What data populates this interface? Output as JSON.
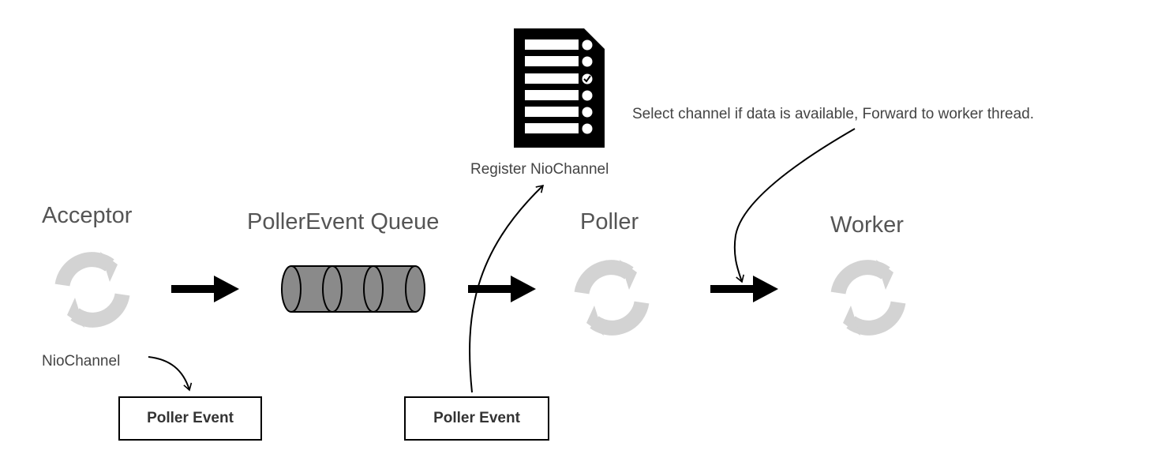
{
  "colors": {
    "cycle_icon": "#d3d3d3",
    "arrow": "#000000",
    "queue_fill": "#8a8a8a",
    "text": "#555555"
  },
  "components": {
    "acceptor": "Acceptor",
    "queue": "PollerEvent Queue",
    "poller": "Poller",
    "worker": "Worker"
  },
  "labels": {
    "nio_channel": "NioChannel",
    "register": "Register NioChannel",
    "select_note": "Select channel if data is available, Forward to worker thread."
  },
  "boxes": {
    "poller_event_left": "Poller Event",
    "poller_event_right": "Poller Event"
  },
  "icons": {
    "cycle": "refresh-cycle-icon",
    "document": "checklist-document-icon",
    "queue": "cylinder-queue-icon",
    "arrow": "right-arrow-icon"
  }
}
